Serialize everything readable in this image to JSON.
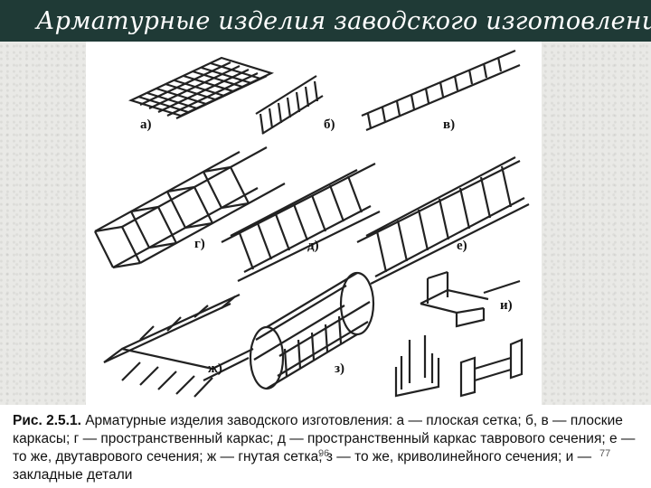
{
  "header": {
    "title": "Арматурные изделия заводского изготовления"
  },
  "figure": {
    "labels": {
      "a": "а)",
      "b": "б)",
      "v": "в)",
      "g": "г)",
      "d": "д)",
      "e": "е)",
      "zh": "ж)",
      "z": "з)",
      "i": "и)"
    }
  },
  "caption": {
    "prefix": "Рис. 2.5.1.",
    "text": " Арматурные изделия заводского изготовления: а — плоская сетка; б, в — плоские каркасы; г — пространственный каркас; д — пространственный каркас таврового сечения; е — то же, двутаврового сечения; ж — гнутая сетка; з — то же, криволинейного сечения; и — закладные детали"
  },
  "page_numbers": {
    "left": "96",
    "right": "77"
  }
}
